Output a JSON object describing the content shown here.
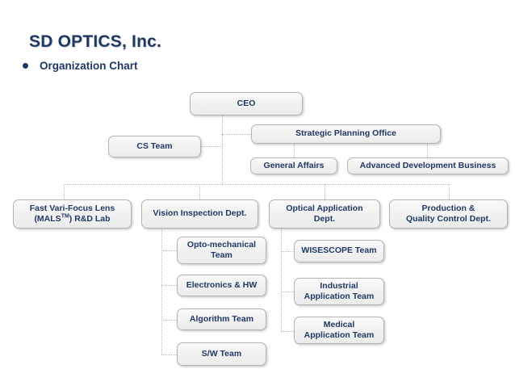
{
  "header": {
    "title": "SD OPTICS, Inc.",
    "bullet_label": "Organization Chart",
    "accent_color": "#1f3864"
  },
  "chart_data": {
    "type": "diagram",
    "title": "Organization Chart",
    "node_fill": "#f2f2f2",
    "node_border": "#b3b3b3",
    "text_color": "#1f3864",
    "connector_color": "#b8b8b8",
    "connector_style": "dotted",
    "nodes": [
      {
        "id": "ceo",
        "label": "CEO",
        "level": 0
      },
      {
        "id": "spo",
        "label": "Strategic Planning Office",
        "level": 1
      },
      {
        "id": "cs",
        "label": "CS Team",
        "level": 1
      },
      {
        "id": "ga",
        "label": "General Affairs",
        "level": 2
      },
      {
        "id": "adb",
        "label": "Advanced Development Business",
        "level": 2
      },
      {
        "id": "mals_l1",
        "label": "Fast Vari-Focus Lens",
        "level": 2
      },
      {
        "id": "mals_l2a",
        "label": "(MALS",
        "level": 2
      },
      {
        "id": "mals_tm",
        "label": "TM",
        "level": 2
      },
      {
        "id": "mals_l2b",
        "label": ") R&D Lab",
        "level": 2
      },
      {
        "id": "vision",
        "label": "Vision Inspection Dept.",
        "level": 2
      },
      {
        "id": "optical_l1",
        "label": "Optical Application",
        "level": 2
      },
      {
        "id": "optical_l2",
        "label": "Dept.",
        "level": 2
      },
      {
        "id": "prod_l1",
        "label": "Production &",
        "level": 2
      },
      {
        "id": "prod_l2",
        "label": "Quality Control Dept.",
        "level": 2
      },
      {
        "id": "opto_l1",
        "label": "Opto-mechanical",
        "level": 3
      },
      {
        "id": "opto_l2",
        "label": "Team",
        "level": 3
      },
      {
        "id": "elec",
        "label": "Electronics & HW",
        "level": 3
      },
      {
        "id": "algo",
        "label": "Algorithm Team",
        "level": 3
      },
      {
        "id": "sw",
        "label": "S/W Team",
        "level": 3
      },
      {
        "id": "wise",
        "label": "WISESCOPE Team",
        "level": 3
      },
      {
        "id": "ind_l1",
        "label": "Industrial",
        "level": 3
      },
      {
        "id": "ind_l2",
        "label": "Application Team",
        "level": 3
      },
      {
        "id": "med_l1",
        "label": "Medical",
        "level": 3
      },
      {
        "id": "med_l2",
        "label": "Application Team",
        "level": 3
      }
    ],
    "edges": [
      {
        "from": "ceo",
        "to": "spo"
      },
      {
        "from": "ceo",
        "to": "cs"
      },
      {
        "from": "spo",
        "to": "ga"
      },
      {
        "from": "spo",
        "to": "adb"
      },
      {
        "from": "ceo",
        "to": "mals_l1"
      },
      {
        "from": "ceo",
        "to": "vision"
      },
      {
        "from": "ceo",
        "to": "optical_l1"
      },
      {
        "from": "ceo",
        "to": "prod_l1"
      },
      {
        "from": "vision",
        "to": "opto_l1"
      },
      {
        "from": "vision",
        "to": "elec"
      },
      {
        "from": "vision",
        "to": "algo"
      },
      {
        "from": "vision",
        "to": "sw"
      },
      {
        "from": "optical_l1",
        "to": "wise"
      },
      {
        "from": "optical_l1",
        "to": "ind_l1"
      },
      {
        "from": "optical_l1",
        "to": "med_l1"
      }
    ]
  }
}
